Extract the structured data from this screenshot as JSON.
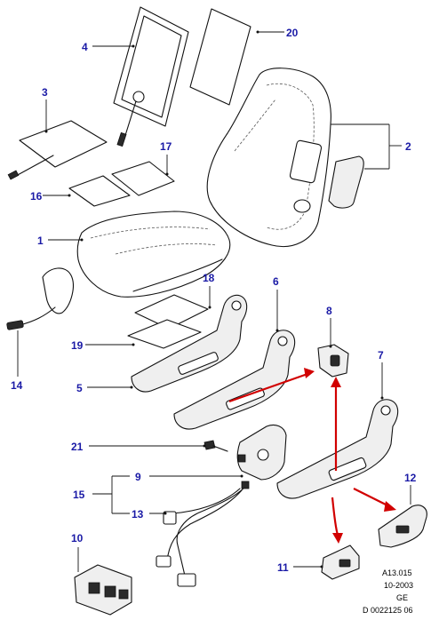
{
  "diagram": {
    "callouts": [
      {
        "id": "c1",
        "text": "1"
      },
      {
        "id": "c2",
        "text": "2"
      },
      {
        "id": "c3",
        "text": "3"
      },
      {
        "id": "c4",
        "text": "4"
      },
      {
        "id": "c5",
        "text": "5"
      },
      {
        "id": "c6",
        "text": "6"
      },
      {
        "id": "c7",
        "text": "7"
      },
      {
        "id": "c8",
        "text": "8"
      },
      {
        "id": "c9",
        "text": "9"
      },
      {
        "id": "c10",
        "text": "10"
      },
      {
        "id": "c11",
        "text": "11"
      },
      {
        "id": "c12",
        "text": "12"
      },
      {
        "id": "c13",
        "text": "13"
      },
      {
        "id": "c14",
        "text": "14"
      },
      {
        "id": "c15",
        "text": "15"
      },
      {
        "id": "c16",
        "text": "16"
      },
      {
        "id": "c17",
        "text": "17"
      },
      {
        "id": "c18",
        "text": "18"
      },
      {
        "id": "c19",
        "text": "19"
      },
      {
        "id": "c20",
        "text": "20"
      },
      {
        "id": "c21",
        "text": "21"
      }
    ],
    "reference": {
      "line1": "A13.015",
      "line2": "10-2003",
      "line3": "GE",
      "line4": "D 0022125 06"
    },
    "colors": {
      "callout_text": "#1a1aa6",
      "ink": "#111111",
      "arrow": "#d10000"
    }
  }
}
